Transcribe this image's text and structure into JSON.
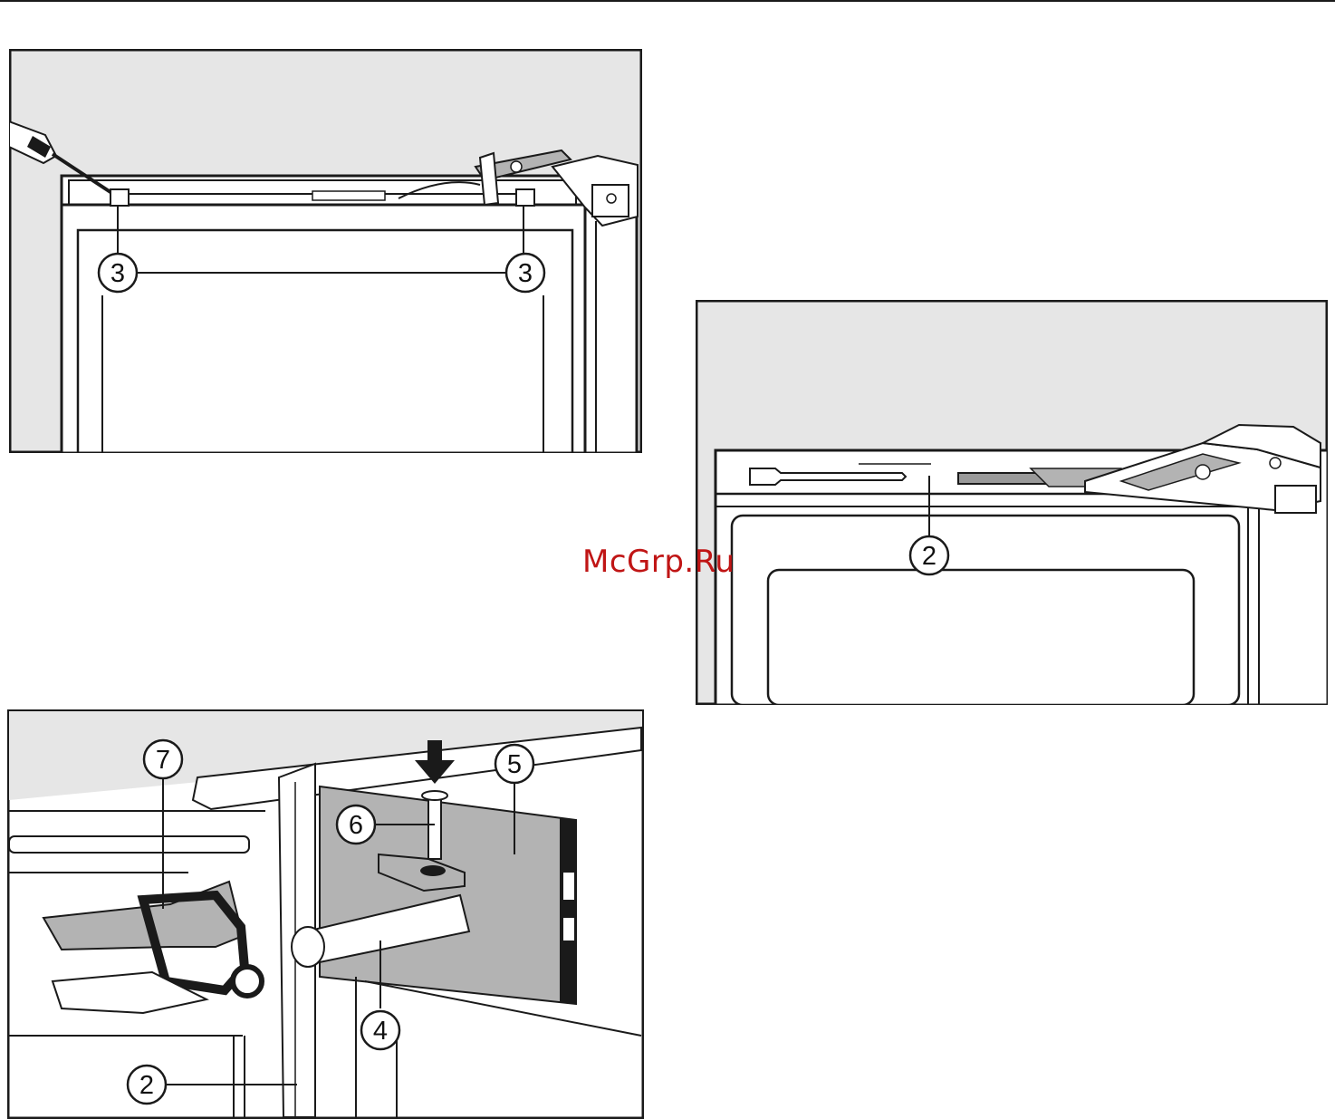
{
  "figures": [
    {
      "id": "fig-a",
      "callouts": [
        "3",
        "3"
      ]
    },
    {
      "id": "fig-b",
      "callouts": [
        "2"
      ]
    },
    {
      "id": "fig-c",
      "callouts": [
        "7",
        "5",
        "6",
        "4",
        "2"
      ]
    }
  ],
  "watermark": "McGrp.Ru",
  "colors": {
    "wall": "#e6e6e6",
    "panel": "#b3b3b3",
    "line": "#1a1a1a",
    "watermark": "#c01515"
  }
}
